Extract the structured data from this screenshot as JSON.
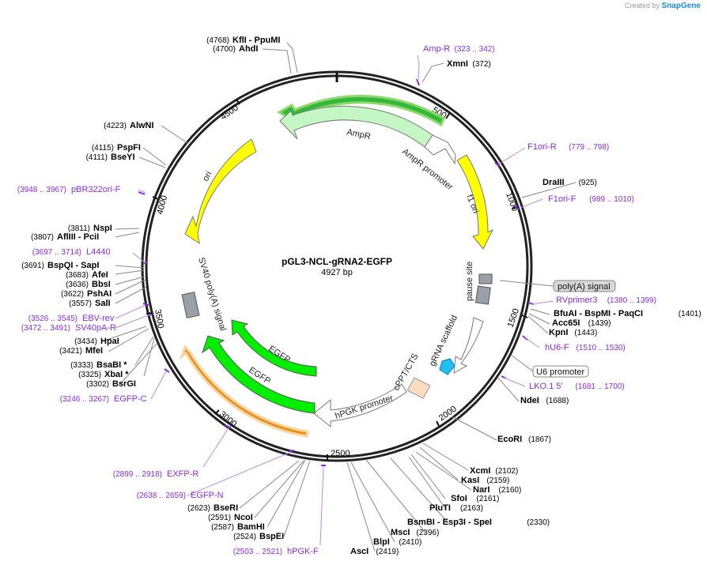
{
  "watermark": {
    "created_by": "Created by",
    "brand": "SnapGene"
  },
  "title": "pGL3-NCL-gRNA2-EGFP",
  "subtitle": "4927 bp",
  "ticks": [
    "500",
    "1000",
    "1500",
    "2000",
    "2500",
    "3000",
    "3500",
    "4000",
    "4500"
  ],
  "features": {
    "ampr": "AmpR",
    "ampr_promoter": "AmpR promoter",
    "f1_ori": "f1 ori",
    "pause_site": "pause site",
    "grna_scaffold": "gRNA scaffold",
    "cppt": "cPPT/CTS",
    "hpgk": "hPGK promoter",
    "egfp1": "EGFP",
    "egfp2": "EGFP",
    "sv40": "SV40 poly(A) signal",
    "ori": "ori"
  },
  "boxed_labels": {
    "polya": "poly(A) signal",
    "u6": "U6 promoter"
  },
  "enzymes": [
    {
      "name": "KflI  - PpuMI",
      "pos": "(4768)"
    },
    {
      "name": "AhdI",
      "pos": "(4700)"
    },
    {
      "name": "XmnI",
      "pos": "(372)"
    },
    {
      "name": "AlwNI",
      "pos": "(4223)"
    },
    {
      "name": "PspFI",
      "pos": "(4115)"
    },
    {
      "name": "BseYI",
      "pos": "(4111)"
    },
    {
      "name": "DraIII",
      "pos": "(925)"
    },
    {
      "name": "NspI",
      "pos": "(3811)"
    },
    {
      "name": "AflIII  - PciI",
      "pos": "(3807)"
    },
    {
      "name": "BspQI   - SapI",
      "pos": "(3691)"
    },
    {
      "name": "AfeI",
      "pos": "(3683)"
    },
    {
      "name": "BbsI",
      "pos": "(3636)"
    },
    {
      "name": "PshAI",
      "pos": "(3622)"
    },
    {
      "name": "SalI",
      "pos": "(3557)"
    },
    {
      "name": "BfuAI  - BspMI  - PaqCI",
      "pos": "(1401)"
    },
    {
      "name": "Acc65I",
      "pos": "(1439)"
    },
    {
      "name": "KpnI",
      "pos": "(1443)"
    },
    {
      "name": "HpaI",
      "pos": "(3434)"
    },
    {
      "name": "MfeI",
      "pos": "(3421)"
    },
    {
      "name": "BsaBI *",
      "pos": "(3333)"
    },
    {
      "name": "XbaI *",
      "pos": "(3325)"
    },
    {
      "name": "BsrGI",
      "pos": "(3302)"
    },
    {
      "name": "NdeI",
      "pos": "(1688)"
    },
    {
      "name": "EcoRI",
      "pos": "(1867)"
    },
    {
      "name": "XcmI",
      "pos": "(2102)"
    },
    {
      "name": "KasI",
      "pos": "(2159)"
    },
    {
      "name": "NarI",
      "pos": "(2160)"
    },
    {
      "name": "SfoI",
      "pos": "(2161)"
    },
    {
      "name": "PluTI",
      "pos": "(2163)"
    },
    {
      "name": "BsmBI  - Esp3I  - SpeI",
      "pos": "(2330)"
    },
    {
      "name": "MscI",
      "pos": "(2396)"
    },
    {
      "name": "BlpI",
      "pos": "(2410)"
    },
    {
      "name": "AscI",
      "pos": "(2419)"
    },
    {
      "name": "BseRI",
      "pos": "(2623)"
    },
    {
      "name": "NcoI",
      "pos": "(2591)"
    },
    {
      "name": "BamHI",
      "pos": "(2587)"
    },
    {
      "name": "BspEI",
      "pos": "(2524)"
    }
  ],
  "primers": [
    {
      "name": "Amp-R",
      "pos": "(323 .. 342)"
    },
    {
      "name": "F1ori-R",
      "pos": "(779 .. 798)"
    },
    {
      "name": "F1ori-F",
      "pos": "(989 .. 1010)"
    },
    {
      "name": "pBR322ori-F",
      "pos": "(3948 .. 3967)"
    },
    {
      "name": "L4440",
      "pos": "(3697 .. 3714)"
    },
    {
      "name": "RVprimer3",
      "pos": "(1380 .. 1399)"
    },
    {
      "name": "EBV-rev",
      "pos": "(3526 .. 3545)"
    },
    {
      "name": "SV40pA-R",
      "pos": "(3472 .. 3491)"
    },
    {
      "name": "hU6-F",
      "pos": "(1510 .. 1530)"
    },
    {
      "name": "LKO.1 5'",
      "pos": "(1681 .. 1700)"
    },
    {
      "name": "EGFP-C",
      "pos": "(3246 .. 3267)"
    },
    {
      "name": "EXFP-R",
      "pos": "(2899 .. 2918)"
    },
    {
      "name": "EGFP-N",
      "pos": "(2638 .. 2659)"
    },
    {
      "name": "hPGK-F",
      "pos": "(2503 .. 2521)"
    }
  ]
}
